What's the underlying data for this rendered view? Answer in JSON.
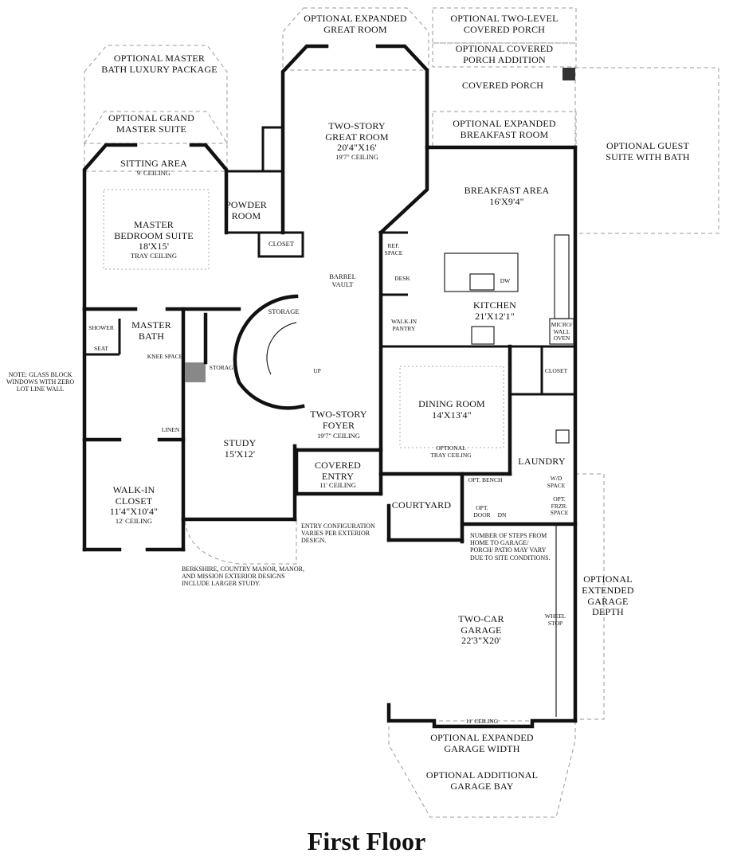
{
  "title": "First Floor",
  "optional": {
    "expanded_great_room": "OPTIONAL EXPANDED\nGREAT ROOM",
    "two_level_porch": "OPTIONAL TWO-LEVEL\nCOVERED PORCH",
    "covered_porch_addition": "OPTIONAL COVERED\nPORCH ADDITION",
    "master_bath_luxury": "OPTIONAL MASTER\nBATH LUXURY PACKAGE",
    "grand_master_suite": "OPTIONAL GRAND\nMASTER SUITE",
    "expanded_breakfast": "OPTIONAL EXPANDED\nBREAKFAST ROOM",
    "guest_suite": "OPTIONAL GUEST\nSUITE WITH BATH",
    "extended_garage_depth": "OPTIONAL\nEXTENDED\nGARAGE\nDEPTH",
    "expanded_garage_width": "OPTIONAL EXPANDED\nGARAGE WIDTH",
    "additional_garage_bay": "OPTIONAL ADDITIONAL\nGARAGE BAY"
  },
  "rooms": {
    "covered_porch": "COVERED PORCH",
    "great_room": "TWO-STORY\nGREAT ROOM",
    "great_room_dim": "20'4\"X16'",
    "great_room_ceiling": "19'7\" CEILING",
    "sitting_area": "SITTING AREA",
    "sitting_ceiling": "9' CEILING",
    "master_bedroom": "MASTER\nBEDROOM SUITE",
    "master_bedroom_dim": "18'X15'",
    "master_bedroom_ceiling": "TRAY CEILING",
    "powder_room": "POWDER\nROOM",
    "closet_a": "CLOSET",
    "breakfast": "BREAKFAST AREA",
    "breakfast_dim": "16'X9'4\"",
    "ref_space": "REF.\nSPACE",
    "desk": "DESK",
    "dw": "DW",
    "barrel_vault": "BARREL\nVAULT",
    "storage_a": "STORAGE",
    "kitchen": "KITCHEN",
    "kitchen_dim": "21'X12'1\"",
    "walkin_pantry": "WALK-IN\nPANTRY",
    "micro_oven": "MICRO/\nWALL\nOVEN",
    "shower": "SHOWER",
    "seat": "SEAT",
    "master_bath": "MASTER\nBATH",
    "knee_space": "KNEE SPACE",
    "storage_b": "STORAGE",
    "up": "UP",
    "closet_b": "CLOSET",
    "dining": "DINING ROOM",
    "dining_dim": "14'X13'4\"",
    "dining_ceiling": "OPTIONAL\nTRAY CEILING",
    "foyer": "TWO-STORY\nFOYER",
    "foyer_ceiling": "19'7\" CEILING",
    "linen": "LINEN",
    "study": "STUDY",
    "study_dim": "15'X12'",
    "covered_entry": "COVERED\nENTRY",
    "entry_ceiling": "11' CEILING",
    "laundry": "LAUNDRY",
    "wd_space": "W/D\nSPACE",
    "opt_bench": "OPT. BENCH",
    "walkin_closet": "WALK-IN\nCLOSET",
    "walkin_closet_dim": "11'4\"X10'4\"",
    "walkin_closet_ceiling": "12' CEILING",
    "courtyard": "COURTYARD",
    "opt_door": "OPT.\nDOOR",
    "dn": "DN",
    "frzr": "OPT.\nFRZR.\nSPACE",
    "garage": "TWO-CAR\nGARAGE",
    "garage_dim": "22'3\"X20'",
    "wheel_stop": "WHEEL\nSTOP",
    "garage_ceiling": "11' CEILING"
  },
  "notes": {
    "glass_block": "NOTE: GLASS BLOCK\nWINDOWS WITH ZERO\nLOT LINE WALL",
    "entry_config": "ENTRY CONFIGURATION\nVARIES PER EXTERIOR\nDESIGN.",
    "steps": "NUMBER OF STEPS FROM\nHOME TO GARAGE/\nPORCH/ PATIO MAY VARY\nDUE TO SITE CONDITIONS.",
    "larger_study": "BERKSHIRE, COUNTRY MANOR, MANOR,\nAND MISSION EXTERIOR DESIGNS\nINCLUDE LARGER STUDY."
  }
}
